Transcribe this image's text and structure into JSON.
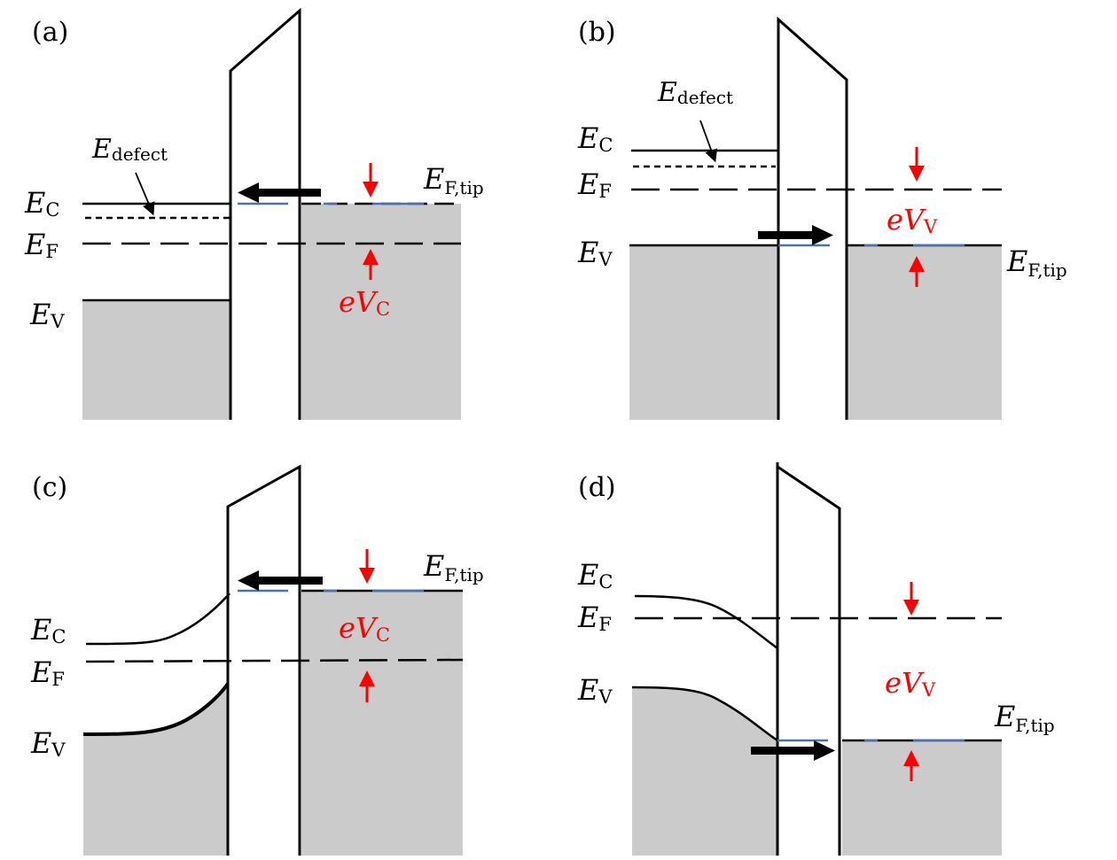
{
  "figure": {
    "colors": {
      "line": "#000000",
      "fill": "#cbcbcb",
      "accent_red": "#ff0000",
      "tunnel_blue": "#4a72b0",
      "background": "#ffffff"
    },
    "panels": [
      {
        "id": "a",
        "label": "(a)",
        "E_C": {
          "main": "E",
          "sub": "C"
        },
        "E_F": {
          "main": "E",
          "sub": "F"
        },
        "E_V": {
          "main": "E",
          "sub": "V"
        },
        "E_defect": {
          "main": "E",
          "sub": "defect"
        },
        "E_F_tip": {
          "main": "E",
          "sub": "F,tip"
        },
        "bias": {
          "main": "eV",
          "sub": "C"
        },
        "tunnel_direction": "sample-to-left (tip to sample conduction band)",
        "band_bending": "flat"
      },
      {
        "id": "b",
        "label": "(b)",
        "E_C": {
          "main": "E",
          "sub": "C"
        },
        "E_F": {
          "main": "E",
          "sub": "F"
        },
        "E_V": {
          "main": "E",
          "sub": "V"
        },
        "E_defect": {
          "main": "E",
          "sub": "defect"
        },
        "E_F_tip": {
          "main": "E",
          "sub": "F,tip"
        },
        "bias": {
          "main": "eV",
          "sub": "V"
        },
        "tunnel_direction": "sample valence band to tip",
        "band_bending": "flat"
      },
      {
        "id": "c",
        "label": "(c)",
        "E_C": {
          "main": "E",
          "sub": "C"
        },
        "E_F": {
          "main": "E",
          "sub": "F"
        },
        "E_V": {
          "main": "E",
          "sub": "V"
        },
        "E_F_tip": {
          "main": "E",
          "sub": "F,tip"
        },
        "bias": {
          "main": "eV",
          "sub": "C"
        },
        "tunnel_direction": "tip to sample conduction band",
        "band_bending": "upward"
      },
      {
        "id": "d",
        "label": "(d)",
        "E_C": {
          "main": "E",
          "sub": "C"
        },
        "E_F": {
          "main": "E",
          "sub": "F"
        },
        "E_V": {
          "main": "E",
          "sub": "V"
        },
        "E_F_tip": {
          "main": "E",
          "sub": "F,tip"
        },
        "bias": {
          "main": "eV",
          "sub": "V"
        },
        "tunnel_direction": "sample valence band to tip",
        "band_bending": "downward"
      }
    ]
  }
}
